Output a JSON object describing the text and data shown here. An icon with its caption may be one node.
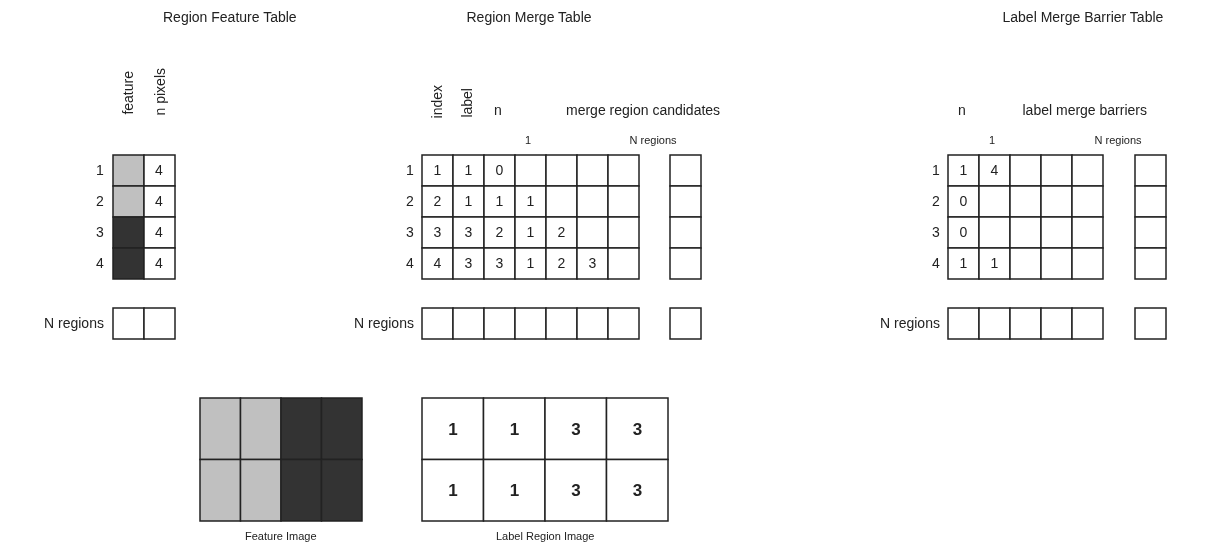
{
  "diagram": {
    "labels": [
      "Region Feature Table",
      "Region Merge Table",
      "Label Merge Barrier Table",
      "feature",
      "n pixels",
      "index",
      "label",
      "n",
      "merge region candidates",
      "n",
      "label merge barriers",
      "1",
      "N regions",
      "1",
      "N regions",
      "1",
      "4",
      "1",
      "1",
      "1",
      "0",
      "1",
      "1",
      "4",
      "2",
      "4",
      "2",
      "2",
      "1",
      "1",
      "1",
      "2",
      "0",
      "3",
      "4",
      "3",
      "3",
      "3",
      "2",
      "1",
      "2",
      "3",
      "0",
      "4",
      "4",
      "4",
      "4",
      "3",
      "3",
      "1",
      "2",
      "3",
      "4",
      "1",
      "1",
      "N regions",
      "N regions",
      "N regions",
      "1",
      "1",
      "3",
      "3",
      "1",
      "1",
      "3",
      "3",
      "Feature Image",
      "Label Region Image"
    ]
  }
}
